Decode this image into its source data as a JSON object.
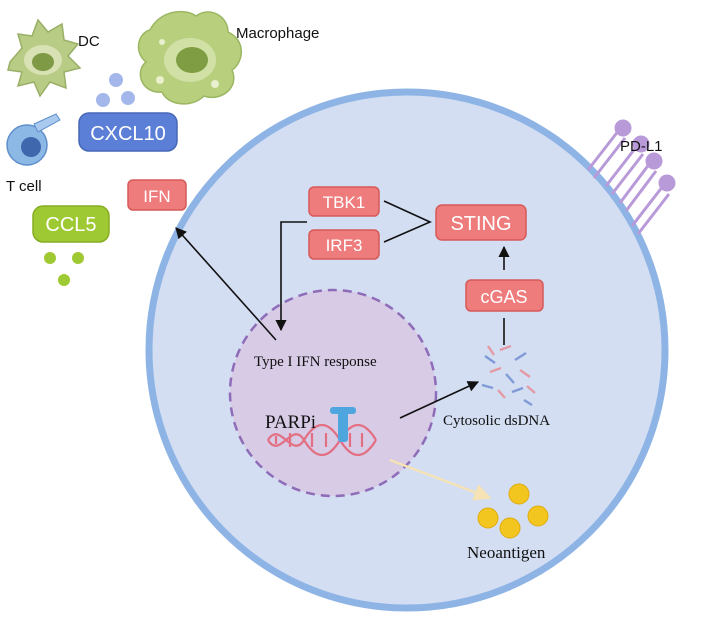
{
  "immune": {
    "dc": "DC",
    "macrophage": "Macrophage",
    "t_cell": "T cell",
    "cxcl10": "CXCL10",
    "ccl5": "CCL5",
    "ifn": "IFN"
  },
  "pathway": {
    "tbk1": "TBK1",
    "irf3": "IRF3",
    "sting": "STING",
    "cgas": "cGAS",
    "type1": "Type I IFN response",
    "parpi": "PARPi",
    "dsdna": "Cytosolic dsDNA",
    "neoantigen": "Neoantigen",
    "pdl1": "PD-L1"
  },
  "colors": {
    "cell_fill": "#d3def2",
    "cell_outline": "#8eb4e6",
    "nucleus_fill": "#d7cbe6",
    "nucleus_outline": "#8e6cb8",
    "red_box": "#ef7c7c",
    "red_box_border": "#d65a5a",
    "cxcl10": "#5b7fd6",
    "ccl5": "#9fc932",
    "dc": "#a8c06a",
    "macrophage": "#a9c770",
    "pdl1": "#b99ad9",
    "neoantigen": "#f3c51f",
    "parpi": "#4fa6de"
  }
}
